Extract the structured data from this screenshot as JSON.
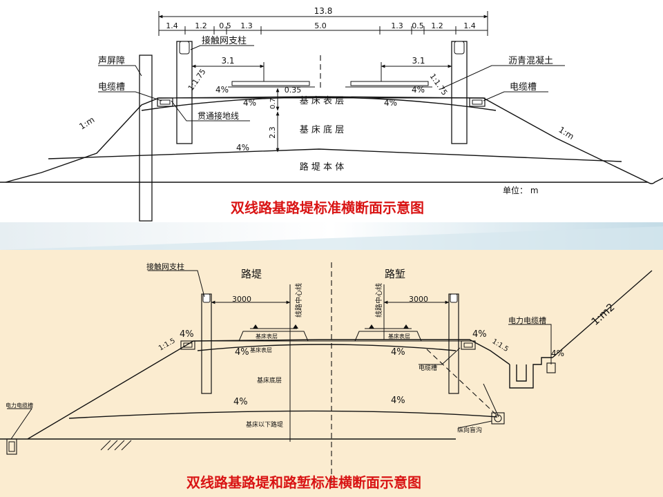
{
  "top": {
    "dims": {
      "total": "13.8",
      "d_1_4_left": "1.4",
      "d_1_2_left": "1.2",
      "d_0_5_left": "0.5",
      "d_1_3_left": "1.3",
      "d_5_0": "5.0",
      "d_1_3_right": "1.3",
      "d_0_5_right": "0.5",
      "d_1_2_right": "1.2",
      "d_1_4_right": "1.4",
      "d_3_1_left": "3.1",
      "d_3_1_right": "3.1",
      "d_0_35": "0.35",
      "d_0_7": "0.7",
      "d_2_3": "2.3"
    },
    "labels": {
      "sound_barrier": "声屏障",
      "cable_trough_left": "电缆槽",
      "cable_trough_right": "电缆槽",
      "catenary_pole": "接触网支柱",
      "asphalt_concrete": "沥青混凝土",
      "ground_wire": "贯通接地线",
      "surface_layer": "基 床 表 层",
      "bottom_layer": "基 床 底 层",
      "embankment_body": "路 堤 本 体",
      "unit": "单位： m",
      "slope_left": "1:m",
      "slope_right": "1:m",
      "slope_175_left": "1:1.75",
      "slope_175_right": "1:1.75",
      "pct_1": "4%",
      "pct_2": "4%",
      "pct_3": "4%",
      "pct_4": "4%",
      "pct_5": "4%"
    },
    "title": "双线路基路堤标准横断面示意图"
  },
  "bottom": {
    "labels": {
      "catenary_pole": "接触网支柱",
      "embankment": "路堤",
      "cutting": "路堑",
      "centerline_left": "线路中心线",
      "centerline_right": "线路中心线",
      "dim_left": "3000",
      "dim_right": "3000",
      "slope_15_left": "1:1.5",
      "slope_15_right": "1:1.5",
      "slope_m2": "1:m2",
      "power_cable_trough": "电力电缆槽",
      "power_cable_trough_left": "电力电缆槽",
      "surface_left": "基床表层",
      "surface_right": "基床表层",
      "surface_layer2": "基床表层",
      "bottom_layer": "基床底层",
      "below_layer": "基床以下路堤",
      "cable_trough": "电缆槽",
      "drain": "纵向盲沟",
      "pct_1": "4%",
      "pct_2": "4%",
      "pct_3": "4%",
      "pct_4": "4%",
      "pct_5": "4%",
      "pct_6": "4%",
      "pct_7": "4%",
      "pct_8": "4%"
    },
    "title": "双线路基路堤和路堑标准横断面示意图"
  },
  "colors": {
    "title_red": "#d91414",
    "bottom_bg": "#fbecd0",
    "band": "#cfe2ea"
  }
}
